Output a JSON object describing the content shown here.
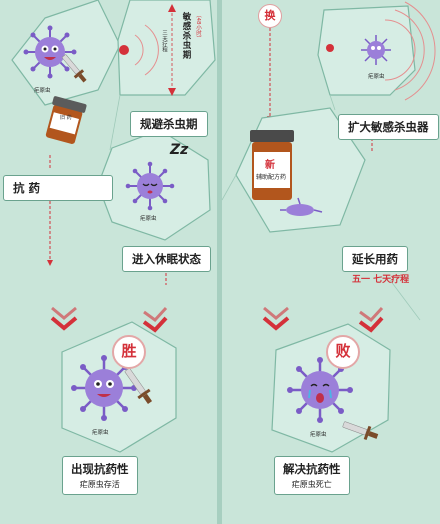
{
  "left": {
    "hex1_tag": "疟原虫",
    "bottle1_label": "旧 药",
    "vertical_title": "敏感杀虫期",
    "vertical_sub": "三天疗程",
    "vertical_range": "（48小时）",
    "label_avoid": "规避杀虫期",
    "label_drug": "抗 药",
    "sleep_z": "Zz",
    "hex3_tag": "疟原虫",
    "label_dormant": "进入休眠状态",
    "win_word": "胜",
    "hex4_tag": "疟原虫",
    "result_title": "出现抗药性",
    "result_sub": "疟原虫存活"
  },
  "right": {
    "swap_word": "换",
    "hex1_tag": "疟原虫",
    "label_expand": "扩大敏感杀虫器",
    "bottle_new": "新",
    "bottle_label": "辅助配方药",
    "label_extend": "延长用药",
    "extend_sub": "五一 七天疗程",
    "lose_word": "败",
    "hex4_tag": "疟原虫",
    "result_title": "解决抗药性",
    "result_sub": "疟原虫死亡"
  },
  "colors": {
    "bg": "#c9e5d9",
    "parasite": "#9b7fd9",
    "accent_red": "#d4313a",
    "hex_stroke": "#7fb8a4",
    "label_border": "#6aa28e"
  }
}
